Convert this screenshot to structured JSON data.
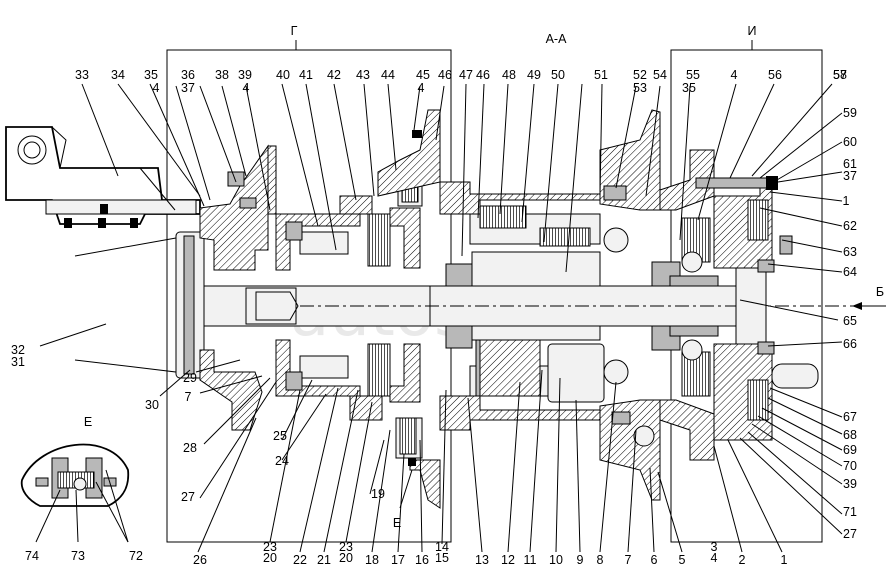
{
  "section_title": "А-А",
  "view_marks": {
    "g": "Г",
    "i": "И",
    "b": "Б",
    "e_detail": "Е",
    "e_ref": "Е"
  },
  "watermark": "autosoft",
  "callouts_top": [
    "33",
    "34",
    "35",
    "4",
    "36",
    "37",
    "38",
    "39",
    "4",
    "40",
    "41",
    "42",
    "43",
    "44",
    "45",
    "4",
    "46",
    "47",
    "46",
    "48",
    "49",
    "50",
    "51",
    "52",
    "53",
    "54",
    "55",
    "35",
    "4",
    "56",
    "57",
    "58"
  ],
  "callouts_right": [
    "59",
    "60",
    "61",
    "37",
    "1",
    "62",
    "63",
    "64",
    "65",
    "66",
    "67",
    "68",
    "69",
    "70",
    "39",
    "71",
    "27"
  ],
  "callouts_bottom": [
    "74",
    "73",
    "72",
    "26",
    "23",
    "20",
    "22",
    "21",
    "23",
    "20",
    "18",
    "17",
    "16",
    "14",
    "15",
    "13",
    "12",
    "11",
    "10",
    "9",
    "8",
    "7",
    "6",
    "5",
    "3",
    "4",
    "2",
    "1"
  ],
  "callouts_left": [
    "32",
    "31",
    "30",
    "29",
    "7",
    "28",
    "25",
    "24",
    "27",
    "19"
  ]
}
